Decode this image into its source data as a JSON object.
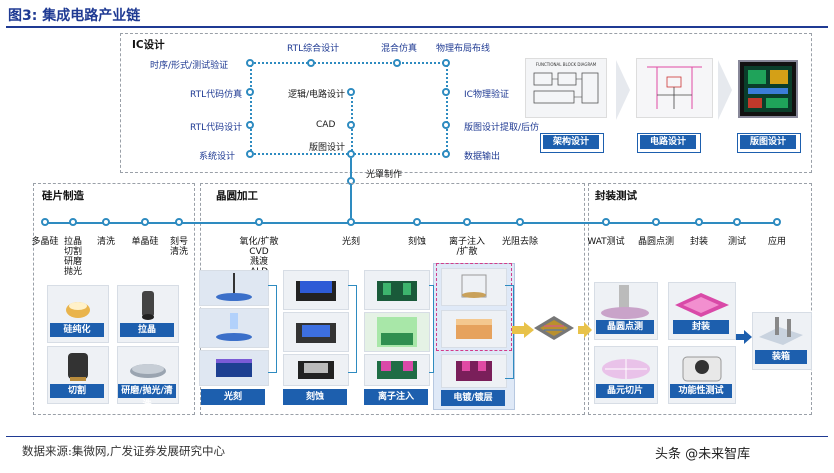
{
  "header": {
    "title": "图3: 集成电路产业链"
  },
  "footer": {
    "source": "数据来源:集微网,广发证券发展研究中心",
    "watermark": "头条 @未来智库"
  },
  "ic_design": {
    "title": "IC设计",
    "left_nodes": [
      "时序/形式/测试验证",
      "RTL代码仿真",
      "RTL代码设计",
      "系统设计"
    ],
    "top_nodes": [
      "RTL综合设计",
      "混合仿真",
      "物理布局布线"
    ],
    "right_nodes": [
      "IC物理验证",
      "版图设计提取/后仿",
      "数据输出"
    ],
    "middle_nodes": [
      "逻辑/电路设计",
      "CAD",
      "版图设计"
    ],
    "mask": "光罩制作",
    "diagram_titles": [
      "FUNCTIONAL BLOCK DIAGRAM"
    ],
    "cards": [
      "架构设计",
      "电路设计",
      "版图设计"
    ]
  },
  "wafer": {
    "title": "硅片制造",
    "steps": [
      "多晶硅",
      "拉晶\n切割\n研磨\n抛光",
      "清洗",
      "单晶硅",
      "刻号\n清洗"
    ],
    "cards": [
      "硅纯化",
      "拉晶",
      "切割",
      "研磨/抛光/清洗"
    ]
  },
  "fab": {
    "title": "晶圆加工",
    "steps": [
      "氧化/扩散\nCVD\n溅渡\nALD",
      "光刻",
      "刻蚀",
      "离子注入\n/扩散",
      "光阻去除"
    ],
    "cards": [
      "光刻",
      "刻蚀",
      "离子注入",
      "电镀/镀层"
    ]
  },
  "package": {
    "title": "封装测试",
    "steps": [
      "WAT测试",
      "晶圆点测",
      "封装",
      "测试",
      "应用"
    ],
    "cards": [
      "晶圆点测",
      "封装",
      "晶元切片",
      "功能性测试",
      "装箱"
    ]
  },
  "colors": {
    "accent": "#1f3a93",
    "line": "#2e8bc0",
    "tag": "#1d5fae"
  }
}
